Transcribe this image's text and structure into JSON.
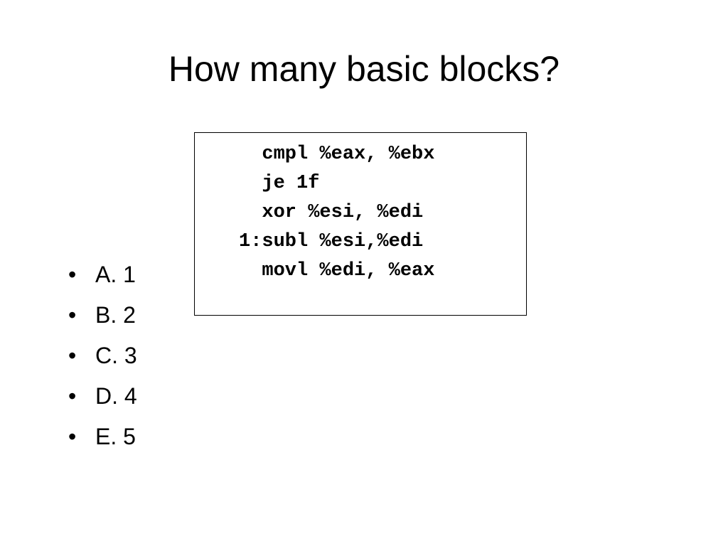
{
  "slide": {
    "title": "How many basic blocks?"
  },
  "code": {
    "lines": [
      "  cmpl %eax, %ebx",
      "  je 1f",
      "  xor %esi, %edi",
      "1:subl %esi,%edi",
      "  movl %edi, %eax"
    ]
  },
  "options": {
    "bullet": "•",
    "items": [
      "A. 1",
      "B. 2",
      "C. 3",
      "D. 4",
      "E. 5"
    ]
  }
}
